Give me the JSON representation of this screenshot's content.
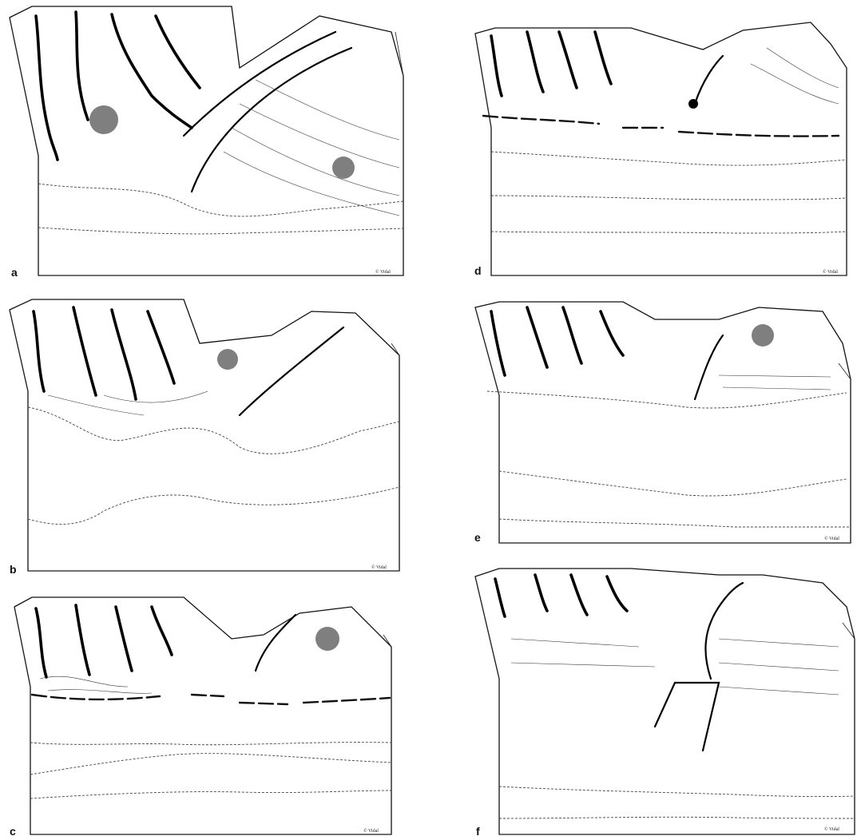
{
  "figure": {
    "panels": [
      {
        "id": "a",
        "label": "a",
        "signature": "© Vidal"
      },
      {
        "id": "b",
        "label": "b",
        "signature": "© Vidal"
      },
      {
        "id": "c",
        "label": "c",
        "signature": "© Vidal"
      },
      {
        "id": "d",
        "label": "d",
        "signature": "© Vidal"
      },
      {
        "id": "e",
        "label": "e",
        "signature": "© Vidal"
      },
      {
        "id": "f",
        "label": "f",
        "signature": "© Vidal"
      }
    ]
  }
}
